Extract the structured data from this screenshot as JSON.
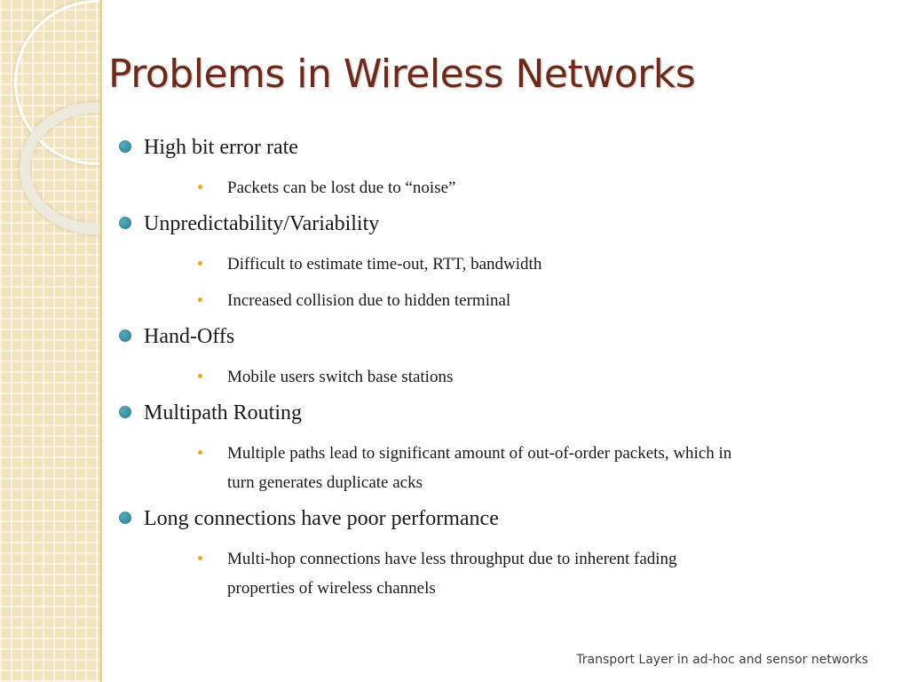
{
  "slide": {
    "title": "Problems in Wireless Networks",
    "footer": "Transport Layer in ad-hoc and sensor networks",
    "colors": {
      "title": "#6b2a1a",
      "bullet_primary": "#1f7f92",
      "bullet_secondary": "#f0a814",
      "sidebar": "#f1e3bd"
    },
    "bullets": [
      {
        "text": "High bit error rate",
        "sub": [
          "Packets can be lost due to “noise”"
        ]
      },
      {
        "text": "Unpredictability/Variability",
        "sub": [
          "Difficult to estimate time-out, RTT, bandwidth",
          "Increased collision due to hidden terminal"
        ]
      },
      {
        "text": "Hand-Offs",
        "sub": [
          " Mobile users switch base stations"
        ]
      },
      {
        "text": " Multipath Routing",
        "sub": [
          "Multiple paths lead to significant amount of out-of-order packets, which in turn generates duplicate acks"
        ]
      },
      {
        "text": "Long connections have poor performance",
        "sub": [
          "Multi-hop connections have less throughput due to inherent fading properties of wireless channels"
        ]
      }
    ]
  }
}
